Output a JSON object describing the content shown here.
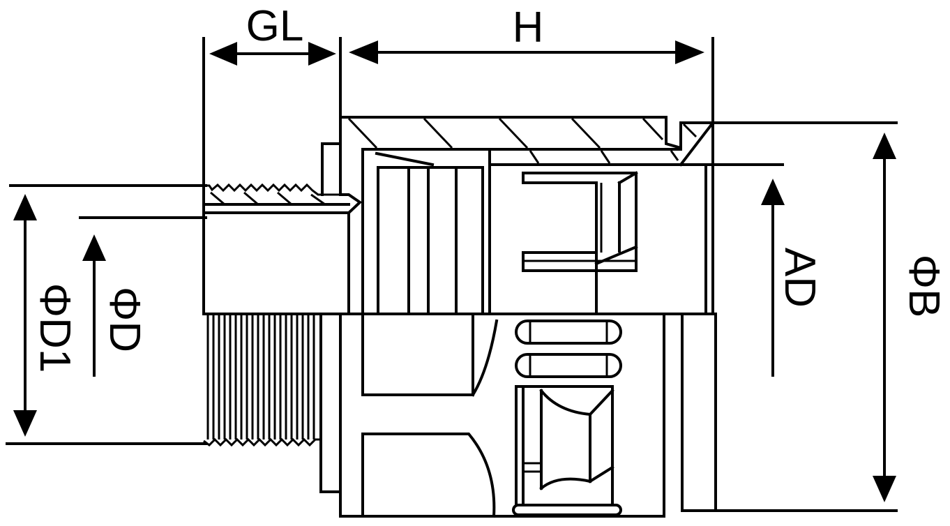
{
  "labels": {
    "gl": "GL",
    "h": "H",
    "ad": "AD",
    "phi_b": "ΦB",
    "phi_d": "ΦD",
    "phi_d1": "ΦD1"
  },
  "colors": {
    "line": "#000000",
    "background": "#ffffff"
  }
}
